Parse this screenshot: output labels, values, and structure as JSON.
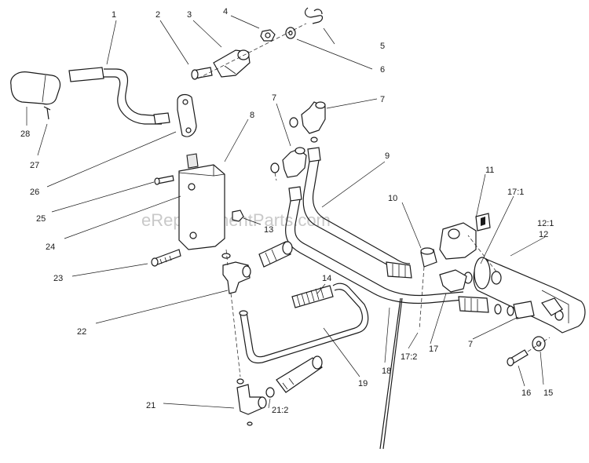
{
  "watermark": "eReplacementParts.com",
  "callouts": {
    "c1": "1",
    "c2": "2",
    "c3": "3",
    "c4": "4",
    "c5": "5",
    "c6": "6",
    "c7a": "7",
    "c7b": "7",
    "c7c": "7",
    "c8": "8",
    "c9": "9",
    "c10": "10",
    "c11": "11",
    "c12": "12",
    "c12_1": "12:1",
    "c13": "13",
    "c14": "14",
    "c15": "15",
    "c16": "16",
    "c17": "17",
    "c17_1": "17:1",
    "c17_2": "17:2",
    "c18": "18",
    "c19": "19",
    "c21": "21",
    "c21_2": "21:2",
    "c22": "22",
    "c23": "23",
    "c24": "24",
    "c25": "25",
    "c26": "26",
    "c27": "27",
    "c28": "28"
  }
}
